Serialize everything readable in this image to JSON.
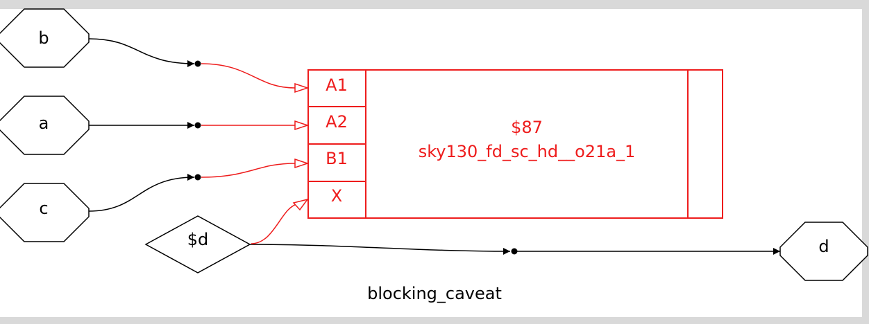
{
  "diagram": {
    "title": "blocking_caveat",
    "colors": {
      "wire": "#000000",
      "highlight": "#ee1c1c",
      "background": "#ffffff",
      "frame": "#d9d9d9"
    },
    "inputs": [
      {
        "id": "b",
        "label": "b"
      },
      {
        "id": "a",
        "label": "a"
      },
      {
        "id": "c",
        "label": "c"
      }
    ],
    "constant": {
      "label": "$d"
    },
    "output": {
      "label": "d"
    },
    "cell": {
      "instance": "$87",
      "type": "sky130_fd_sc_hd__o21a_1",
      "ports": [
        "A1",
        "A2",
        "B1",
        "X"
      ]
    }
  }
}
